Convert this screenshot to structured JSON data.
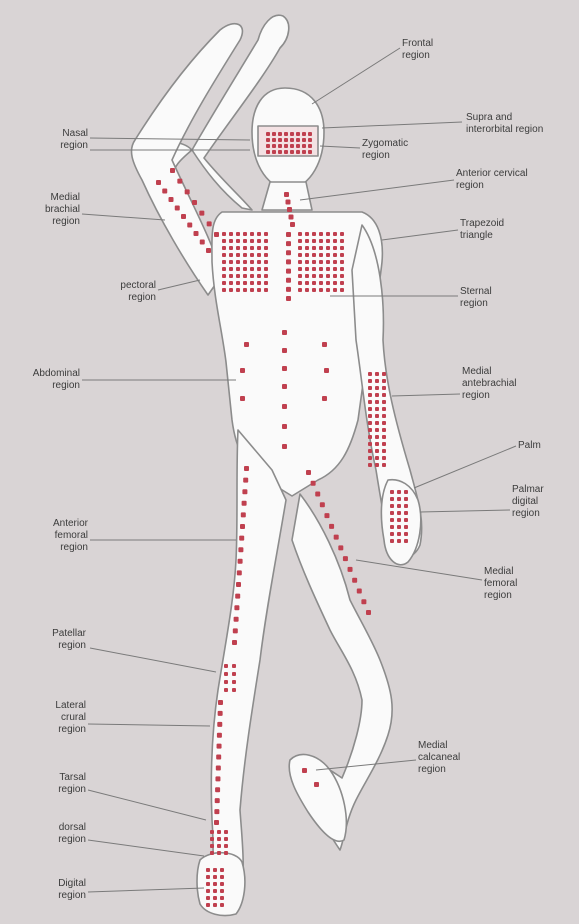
{
  "colors": {
    "background": "#d9d4d5",
    "body_fill": "#fafafa",
    "body_stroke": "#8c8c8c",
    "dot": "#c0404f",
    "leader": "#7a7a7a",
    "text": "#3c3c3c"
  },
  "labels": {
    "frontal": "Frontal\nregion",
    "supra": "Supra and\ninterorbital region",
    "nasal": "Nasal\nregion",
    "zygomatic": "Zygomatic\nregion",
    "anterior_cervical": "Anterior cervical\nregion",
    "medial_brachial": "Medial\nbrachial\nregion",
    "trapezoid": "Trapezoid\ntriangle",
    "pectoral": "pectoral\nregion",
    "sternal": "Sternal\nregion",
    "abdominal": "Abdominal\nregion",
    "medial_antebrachial": "Medial\nantebrachial\nregion",
    "palm": "Palm",
    "palmar_digital": "Palmar\ndigital\nregion",
    "anterior_femoral": "Anterior\nfemoral\nregion",
    "medial_femoral": "Medial\nfemoral\nregion",
    "patellar": "Patellar\nregion",
    "lateral_crural": "Lateral\ncrural\nregion",
    "medial_calcaneal": "Medial\ncalcaneal\nregion",
    "tarsal": "Tarsal\nregion",
    "dorsal": "dorsal\nregion",
    "digital": "Digital\nregion"
  }
}
